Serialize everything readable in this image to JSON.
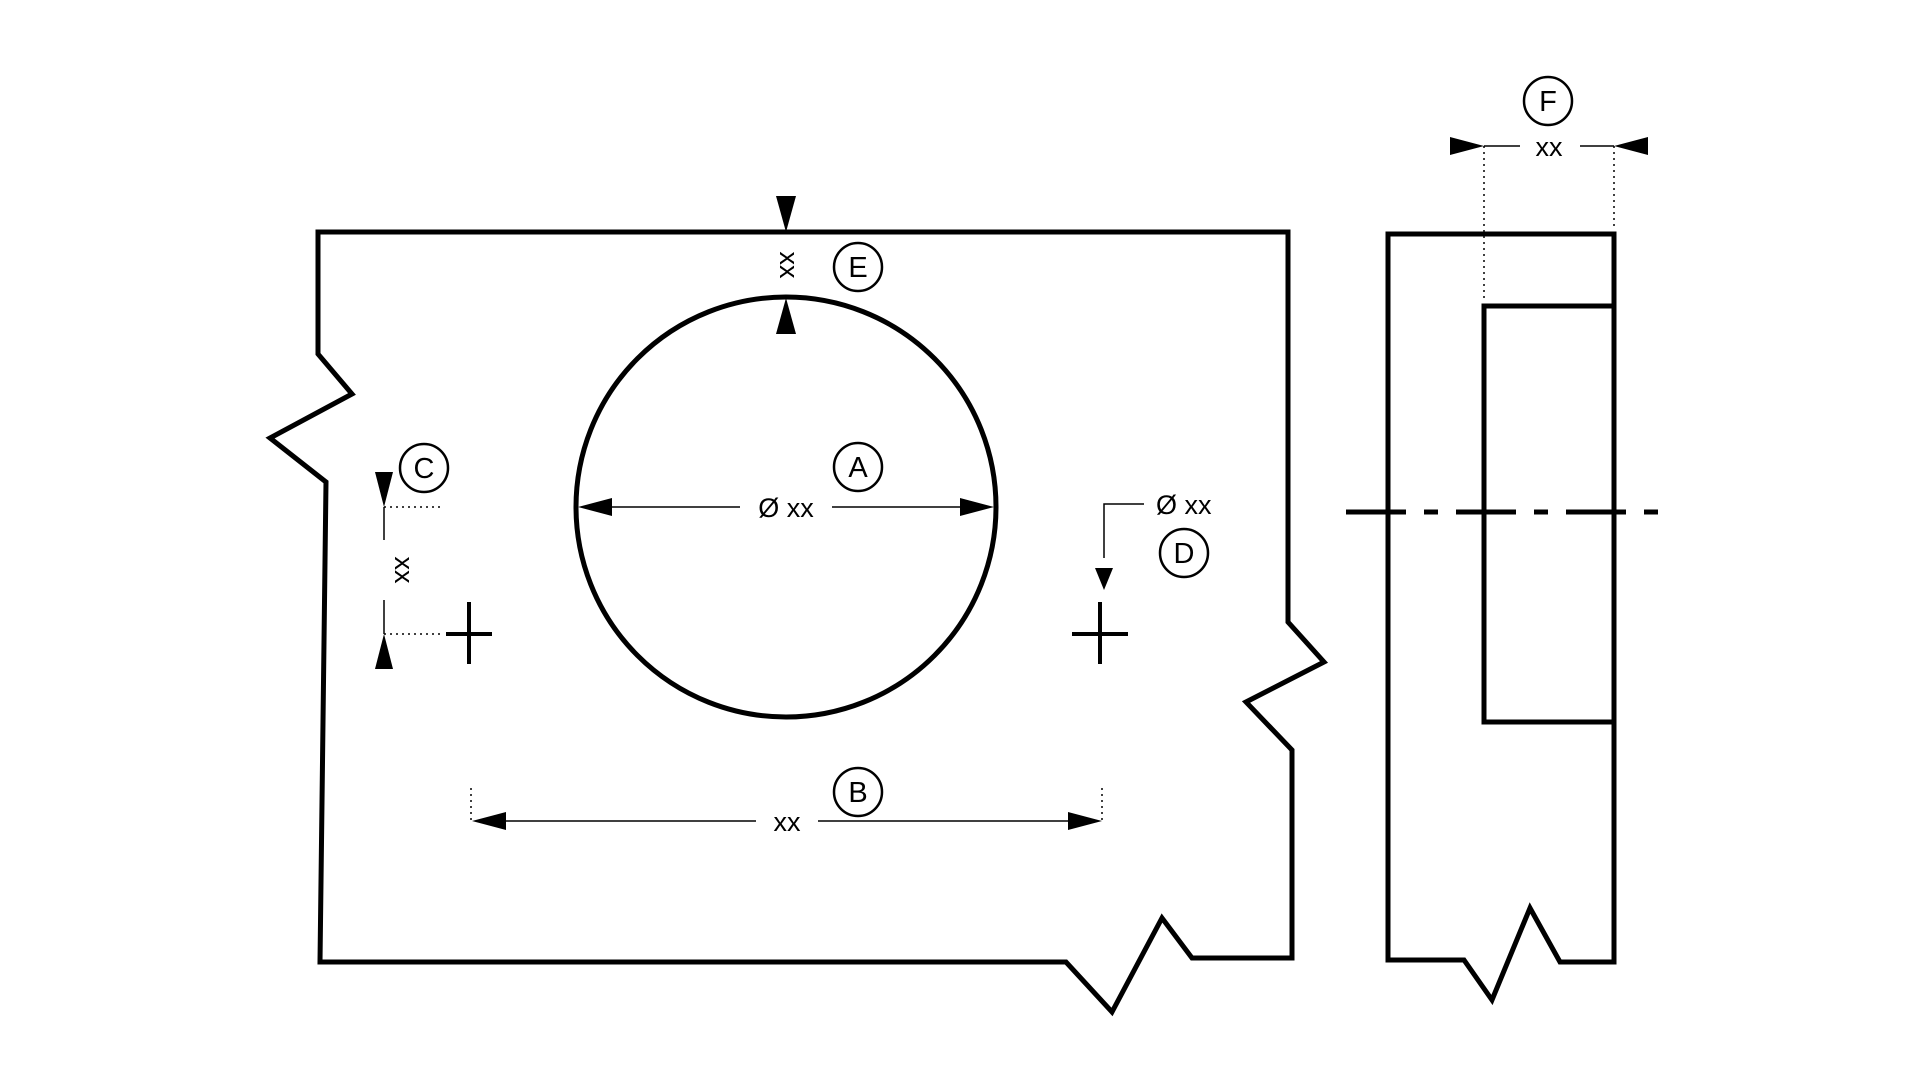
{
  "callouts": {
    "a": "A",
    "b": "B",
    "c": "C",
    "d": "D",
    "e": "E",
    "f": "F"
  },
  "dimensions": {
    "large_hole_diameter": "Ø xx",
    "hole_spacing": "xx",
    "edge_offset_left": "xx",
    "small_hole_diameter": "Ø xx",
    "top_wall": "xx",
    "counterbore_depth": "xx"
  }
}
